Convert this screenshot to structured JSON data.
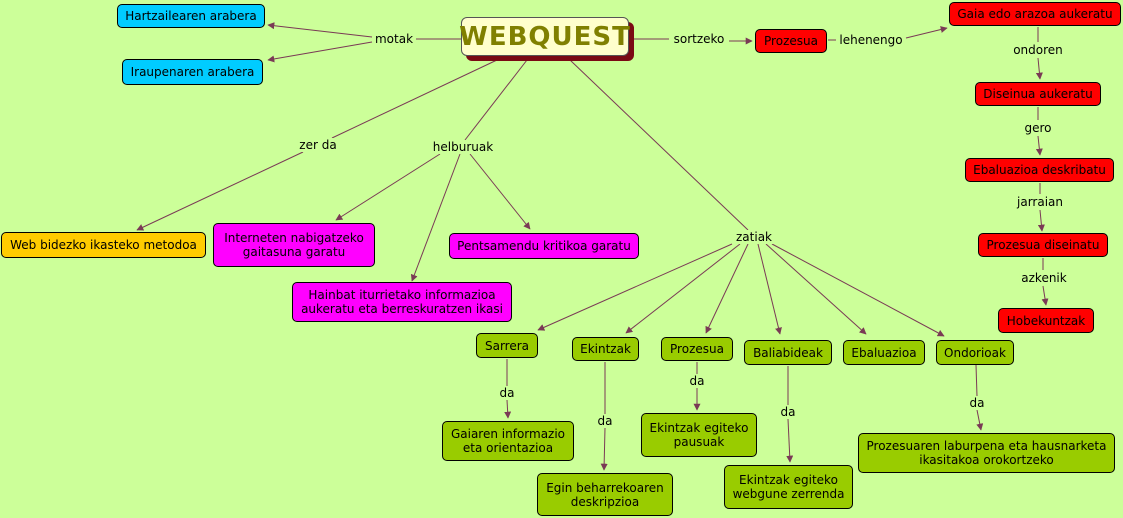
{
  "colors": {
    "background": "#ccff99",
    "connector": "#7a3a55",
    "blue_node": "#00ccff",
    "red_node": "#ff0000",
    "yellow_node": "#ffcc00",
    "magenta_node": "#ff00ff",
    "green_node": "#99cc00",
    "root_node": "#ffffcc",
    "root_text": "#808000"
  },
  "root": "WEBQUEST",
  "nodes": {
    "hartzailearen": "Hartzailearen arabera",
    "iraupenaren": "Iraupenaren arabera",
    "prozesua_red": "Prozesua",
    "gaia": "Gaia edo arazoa aukeratu",
    "diseinua": "Diseinua aukeratu",
    "ebaluazioa_desk": "Ebaluazioa deskribatu",
    "prozesua_diseinatu": "Prozesua diseinatu",
    "hobekuntzak": "Hobekuntzak",
    "web_bidezko": "Web bidezko ikasteko metodoa",
    "interneten": "Interneten nabigatzeko\ngaitasuna garatu",
    "hainbat": "Hainbat iturrietako informazioa\naukeratu eta berreskuratzen ikasi",
    "pentsamendu": "Pentsamendu kritikoa garatu",
    "sarrera": "Sarrera",
    "ekintzak": "Ekintzak",
    "prozesua_green": "Prozesua",
    "baliabideak": "Baliabideak",
    "ebaluazioa": "Ebaluazioa",
    "ondorioak": "Ondorioak",
    "gaiaren": "Gaiaren informazio\neta orientazioa",
    "egin": "Egin beharrekoaren\ndeskripzioa",
    "ekintzak_egiteko_pausuak": "Ekintzak egiteko\npausuak",
    "ekintzak_egiteko_webgune": "Ekintzak egiteko\nwebgune zerrenda",
    "prozesuaren": "Prozesuaren laburpena eta hausnarketa\nikasitakoa orokortzeko"
  },
  "linking_phrases": {
    "motak": "motak",
    "sortzeko": "sortzeko",
    "lehenengo": "lehenengo",
    "ondoren": "ondoren",
    "gero": "gero",
    "jarraian": "jarraian",
    "azkenik": "azkenik",
    "zer_da": "zer da",
    "helburuak": "helburuak",
    "zatiak": "zatiak",
    "da_sarrera": "da",
    "da_ekintzak": "da",
    "da_prozesua": "da",
    "da_baliabideak": "da",
    "da_ondorioak": "da"
  }
}
